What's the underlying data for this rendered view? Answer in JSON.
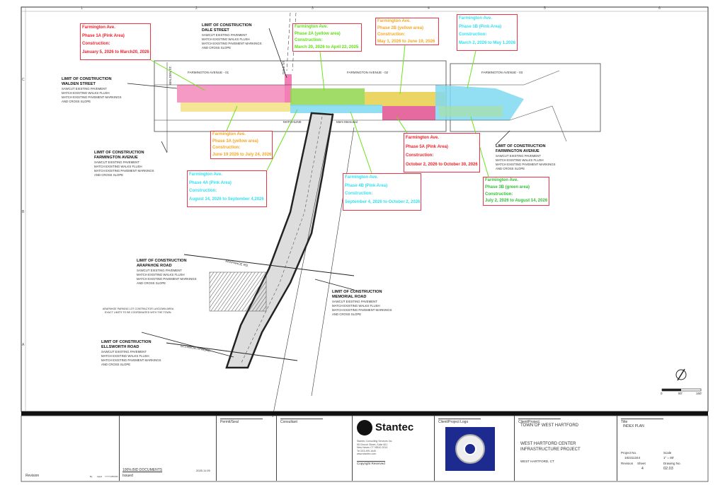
{
  "grid": {
    "columns": [
      "1",
      "2",
      "3",
      "4",
      "5",
      "6"
    ],
    "rows": [
      "C",
      "B",
      "A"
    ]
  },
  "street_labels": {
    "fa01": "FARMINGTON AVENUE - 01",
    "fa02": "FARMINGTON AVENUE - 02",
    "fa03": "FARMINGTON AVENUE - 03",
    "walden": "WALDEN ST.",
    "dale": "DALE ST.",
    "arapahoe": "ARAPAHOE RD.",
    "ellsworth": "ELLSWORTH ROAD",
    "matchline": "MATCHLINE",
    "memorial": "Mem Memorial"
  },
  "phases": [
    {
      "id": "1a",
      "l1": "Farmington Ave.",
      "l2": "Phase 1A (Pink Area)",
      "l3": "Construction:",
      "l4": "January 5, 2026 to March20, 2026",
      "color": "#f0202a"
    },
    {
      "id": "2a",
      "l1": "Farmington Ave.",
      "l2": "Phase 2A (yellow area)",
      "l3": "Construction:",
      "l4": "March 20, 2026 to April 22, 2025",
      "color": "#5ee00f"
    },
    {
      "id": "2b",
      "l1": "Farmington Ave.",
      "l2": "Phase 2B (yellow area)",
      "l3": "Construction:",
      "l4": "May 1, 2026 to June 19, 2026",
      "color": "#f5a623"
    },
    {
      "id": "1b",
      "l1": "Farmington Ave.",
      "l2": "Phase 1B (Pink Area)",
      "l3": "Construction:",
      "l4": "March 2, 2026 to May 1,2026",
      "color": "#33e0f0"
    },
    {
      "id": "3a",
      "l1": "Farmington Ave.",
      "l2": "Phase 3A (yellow area)",
      "l3": "Construction:",
      "l4": "June 19 2026 to July 24, 2026",
      "color": "#f5a623"
    },
    {
      "id": "4a",
      "l1": "Farmington Ave.",
      "l2": "Phase 4A (Pink Area)",
      "l3": "Construction:",
      "l4": "August 14, 2026 to September 4,2026",
      "color": "#33e0f0"
    },
    {
      "id": "5a",
      "l1": "Farmington Ave.",
      "l2": "Phase 5A (Pink Area)",
      "l3": "Construction:",
      "l4": "October 2, 2026 to October 30, 2026",
      "color": "#f0202a"
    },
    {
      "id": "4b",
      "l1": "Farmington Ave.",
      "l2": "Phase 4B (Pink Area)",
      "l3": "Construction:",
      "l4": "September 4, 2026 to October 2, 2026",
      "color": "#33e0f0"
    },
    {
      "id": "3b",
      "l1": "Farmington Ave.",
      "l2": "Phase 3B (green area)",
      "l3": "Construction:",
      "l4": "July 2, 2026 to August 14, 2026",
      "color": "#2fbf3a"
    }
  ],
  "limits": [
    {
      "id": "dale",
      "t1": "LIMIT OF CONSTRUCTION",
      "t2": "DALE STREET"
    },
    {
      "id": "walden",
      "t1": "LIMIT OF CONSTRUCTION",
      "t2": "WALDEN STREET"
    },
    {
      "id": "farm1",
      "t1": "LIMIT OF CONSTRUCTION",
      "t2": "FARMINGTON AVENUE"
    },
    {
      "id": "farm2",
      "t1": "LIMIT OF CONSTRUCTION",
      "t2": "FARMINGTON AVENUE"
    },
    {
      "id": "arapahoe",
      "t1": "LIMIT OF CONSTRUCTION",
      "t2": "ARAPAHOE ROAD"
    },
    {
      "id": "memorial",
      "t1": "LIMIT OF CONSTRUCTION",
      "t2": "MEMORIAL ROAD"
    },
    {
      "id": "ellsworth",
      "t1": "LIMIT OF CONSTRUCTION",
      "t2": "ELLSWORTH ROAD"
    }
  ],
  "limit_notes": [
    "SAWCUT EXISTING PAVEMENT",
    "MATCH EXISTING WALKS FLUSH",
    "MATCH EXISTING PAVEMENT MARKINGS",
    "AND CROSS SLOPE"
  ],
  "laydown": {
    "l1": "ARAPAHOE PARKING LOT CONTRACTOR LAYDOWN AREA",
    "l2": "EXACT LIMITS TO BE COORDINATED WITH THE TOWN."
  },
  "scale_bar": {
    "zero": "0",
    "mid": "80'",
    "max": "160'"
  },
  "title_block": {
    "revision": "Revision",
    "by": "By",
    "appd": "Appd",
    "date": "YYYY.MM.DD",
    "issued_doc": "100% BID DOCUMENTS",
    "issued_date": "2025.11.05",
    "issued": "Issued",
    "permit": "Permit/Seal",
    "consultant": "Consultant",
    "stantec": "Stantec",
    "stantec_addr": [
      "Stantec Consulting Services Inc.",
      "55 Church Street, Suite 601",
      "New Haven CT 06510-3014",
      "Tel 203.495.1645",
      "www.stantec.com"
    ],
    "copyright": "Copyright Reserved",
    "logo_label": "Client/Project Logo",
    "seal_text": "WEST HARTFORD · CONNECTICUT",
    "client_label": "Client/Project",
    "client": "TOWN OF WEST HARTFORD",
    "project": "WEST HARTFORD CENTER INFRASTRUCTURE PROJECT",
    "location": "WEST HARTFORD, CT",
    "title_label": "Title",
    "title": "INDEX PLAN",
    "project_no_label": "Project No.",
    "project_no": "192311344",
    "scale_label": "Scale",
    "scale": "1\" = 80'",
    "revision_label": "Revision",
    "sheet_label": "Sheet",
    "sheet": "4",
    "drawing_label": "Drawing No.",
    "drawing": "02.03"
  }
}
